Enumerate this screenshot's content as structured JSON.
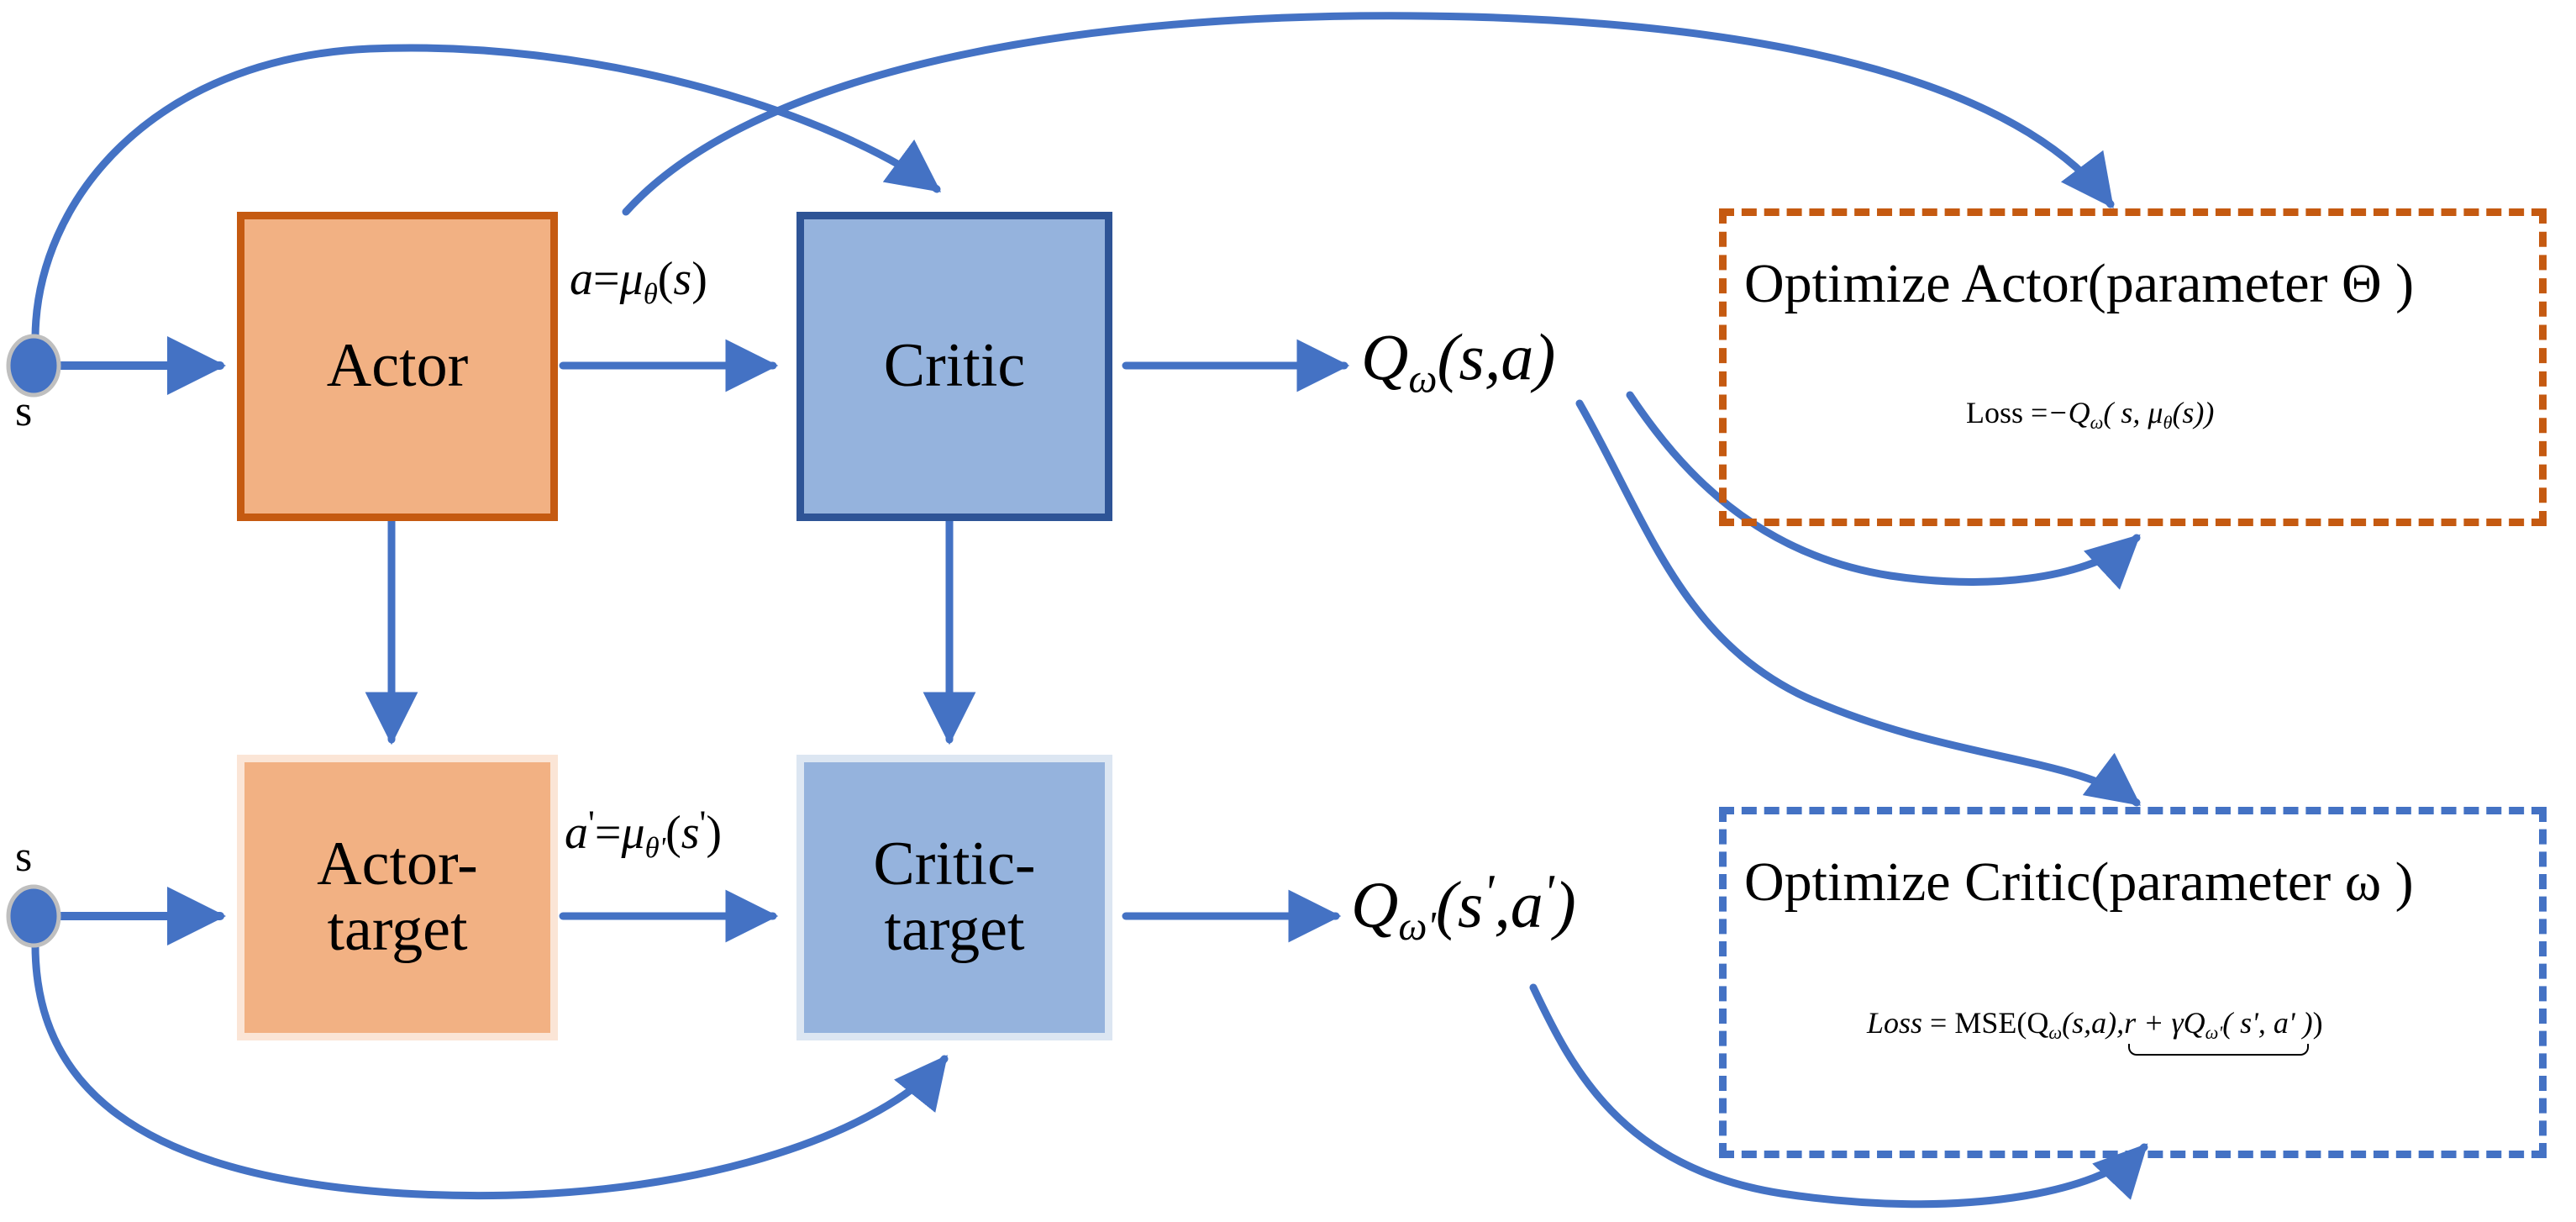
{
  "diagram": {
    "title": "DDPG actor-critic architecture",
    "colors": {
      "actor_fill": "#F2B183",
      "actor_border": "#C55A11",
      "actor_target_border": "#FBE5D6",
      "critic_fill": "#95B3DD",
      "critic_border": "#2E5496",
      "critic_target_border": "#DCE6F2",
      "arrow": "#4472C4",
      "optimize_actor_border": "#C55A11",
      "optimize_critic_border": "#4472C4",
      "state_node": "#4472C4",
      "background": "#FFFFFF"
    },
    "nodes": {
      "actor": "Actor",
      "critic": "Critic",
      "actor_target_line1": "Actor-",
      "actor_target_line2": "target",
      "critic_target_line1": "Critic-",
      "critic_target_line2": "target"
    },
    "state_inputs": [
      {
        "label": "s",
        "row": "top"
      },
      {
        "label": "s",
        "row": "bottom"
      }
    ],
    "edge_labels": {
      "action_top": {
        "lhs": "a",
        "eq": "=",
        "fn": "μ",
        "sub": "θ",
        "arg_open": "(",
        "arg": "s",
        "arg_close": ")"
      },
      "action_bottom": {
        "lhs": "a",
        "lhs_prime": "'",
        "eq": "=",
        "fn": "μ",
        "sub": "θ",
        "sub_prime": "'",
        "arg_open": "(",
        "arg": "s",
        "arg_prime": "'",
        "arg_close": ")"
      }
    },
    "outputs": {
      "q_top": {
        "q": "Q",
        "sub": "ω",
        "args": "(s,a)"
      },
      "q_bottom": {
        "q": "Q",
        "sub": "ω",
        "sub_prime": "'",
        "args_open": "(",
        "arg1": "s",
        "arg1_prime": "'",
        "comma": ",",
        "arg2": "a",
        "arg2_prime": "'",
        "args_close": ")"
      }
    },
    "optimize_actor": {
      "title": "Optimize Actor(parameter Θ )",
      "loss_label": "Loss",
      "loss_eq": "=",
      "loss_expr": "−Q",
      "loss_sub": "ω",
      "loss_args": "( s, μ",
      "loss_args_sub": "θ",
      "loss_args_tail": "(s))"
    },
    "optimize_critic": {
      "title": "Optimize Critic(parameter ω  )",
      "loss_label": "Loss",
      "loss_eq": "=",
      "loss_mse": "MSE(Q",
      "loss_sub1": "ω",
      "loss_mid": "(s,a),",
      "loss_target_head": "r + γQ",
      "loss_sub2": "ω",
      "loss_sub2_prime": "'",
      "loss_target_args": "( s', a' )",
      "loss_close": ")"
    },
    "edges": [
      {
        "from": "state-top",
        "to": "actor",
        "kind": "straight-arrow"
      },
      {
        "from": "state-top",
        "to": "critic-top",
        "kind": "curved-arrow"
      },
      {
        "from": "actor",
        "to": "critic",
        "kind": "straight-arrow"
      },
      {
        "from": "actor-output",
        "to": "optimize-actor-top",
        "kind": "curved-arrow"
      },
      {
        "from": "critic",
        "to": "q-top",
        "kind": "straight-arrow"
      },
      {
        "from": "actor",
        "to": "actor-target",
        "kind": "down-arrow"
      },
      {
        "from": "critic",
        "to": "critic-target",
        "kind": "down-arrow"
      },
      {
        "from": "q-top",
        "to": "optimize-actor-bottom",
        "kind": "curved-arrow"
      },
      {
        "from": "q-top",
        "to": "optimize-critic-top",
        "kind": "curved-arrow"
      },
      {
        "from": "state-bottom",
        "to": "actor-target",
        "kind": "straight-arrow"
      },
      {
        "from": "state-bottom",
        "to": "critic-target-bottom",
        "kind": "curved-arrow"
      },
      {
        "from": "actor-target",
        "to": "critic-target",
        "kind": "straight-arrow"
      },
      {
        "from": "critic-target",
        "to": "q-bottom",
        "kind": "straight-arrow"
      },
      {
        "from": "q-bottom",
        "to": "optimize-critic-bottom",
        "kind": "curved-arrow"
      }
    ]
  }
}
